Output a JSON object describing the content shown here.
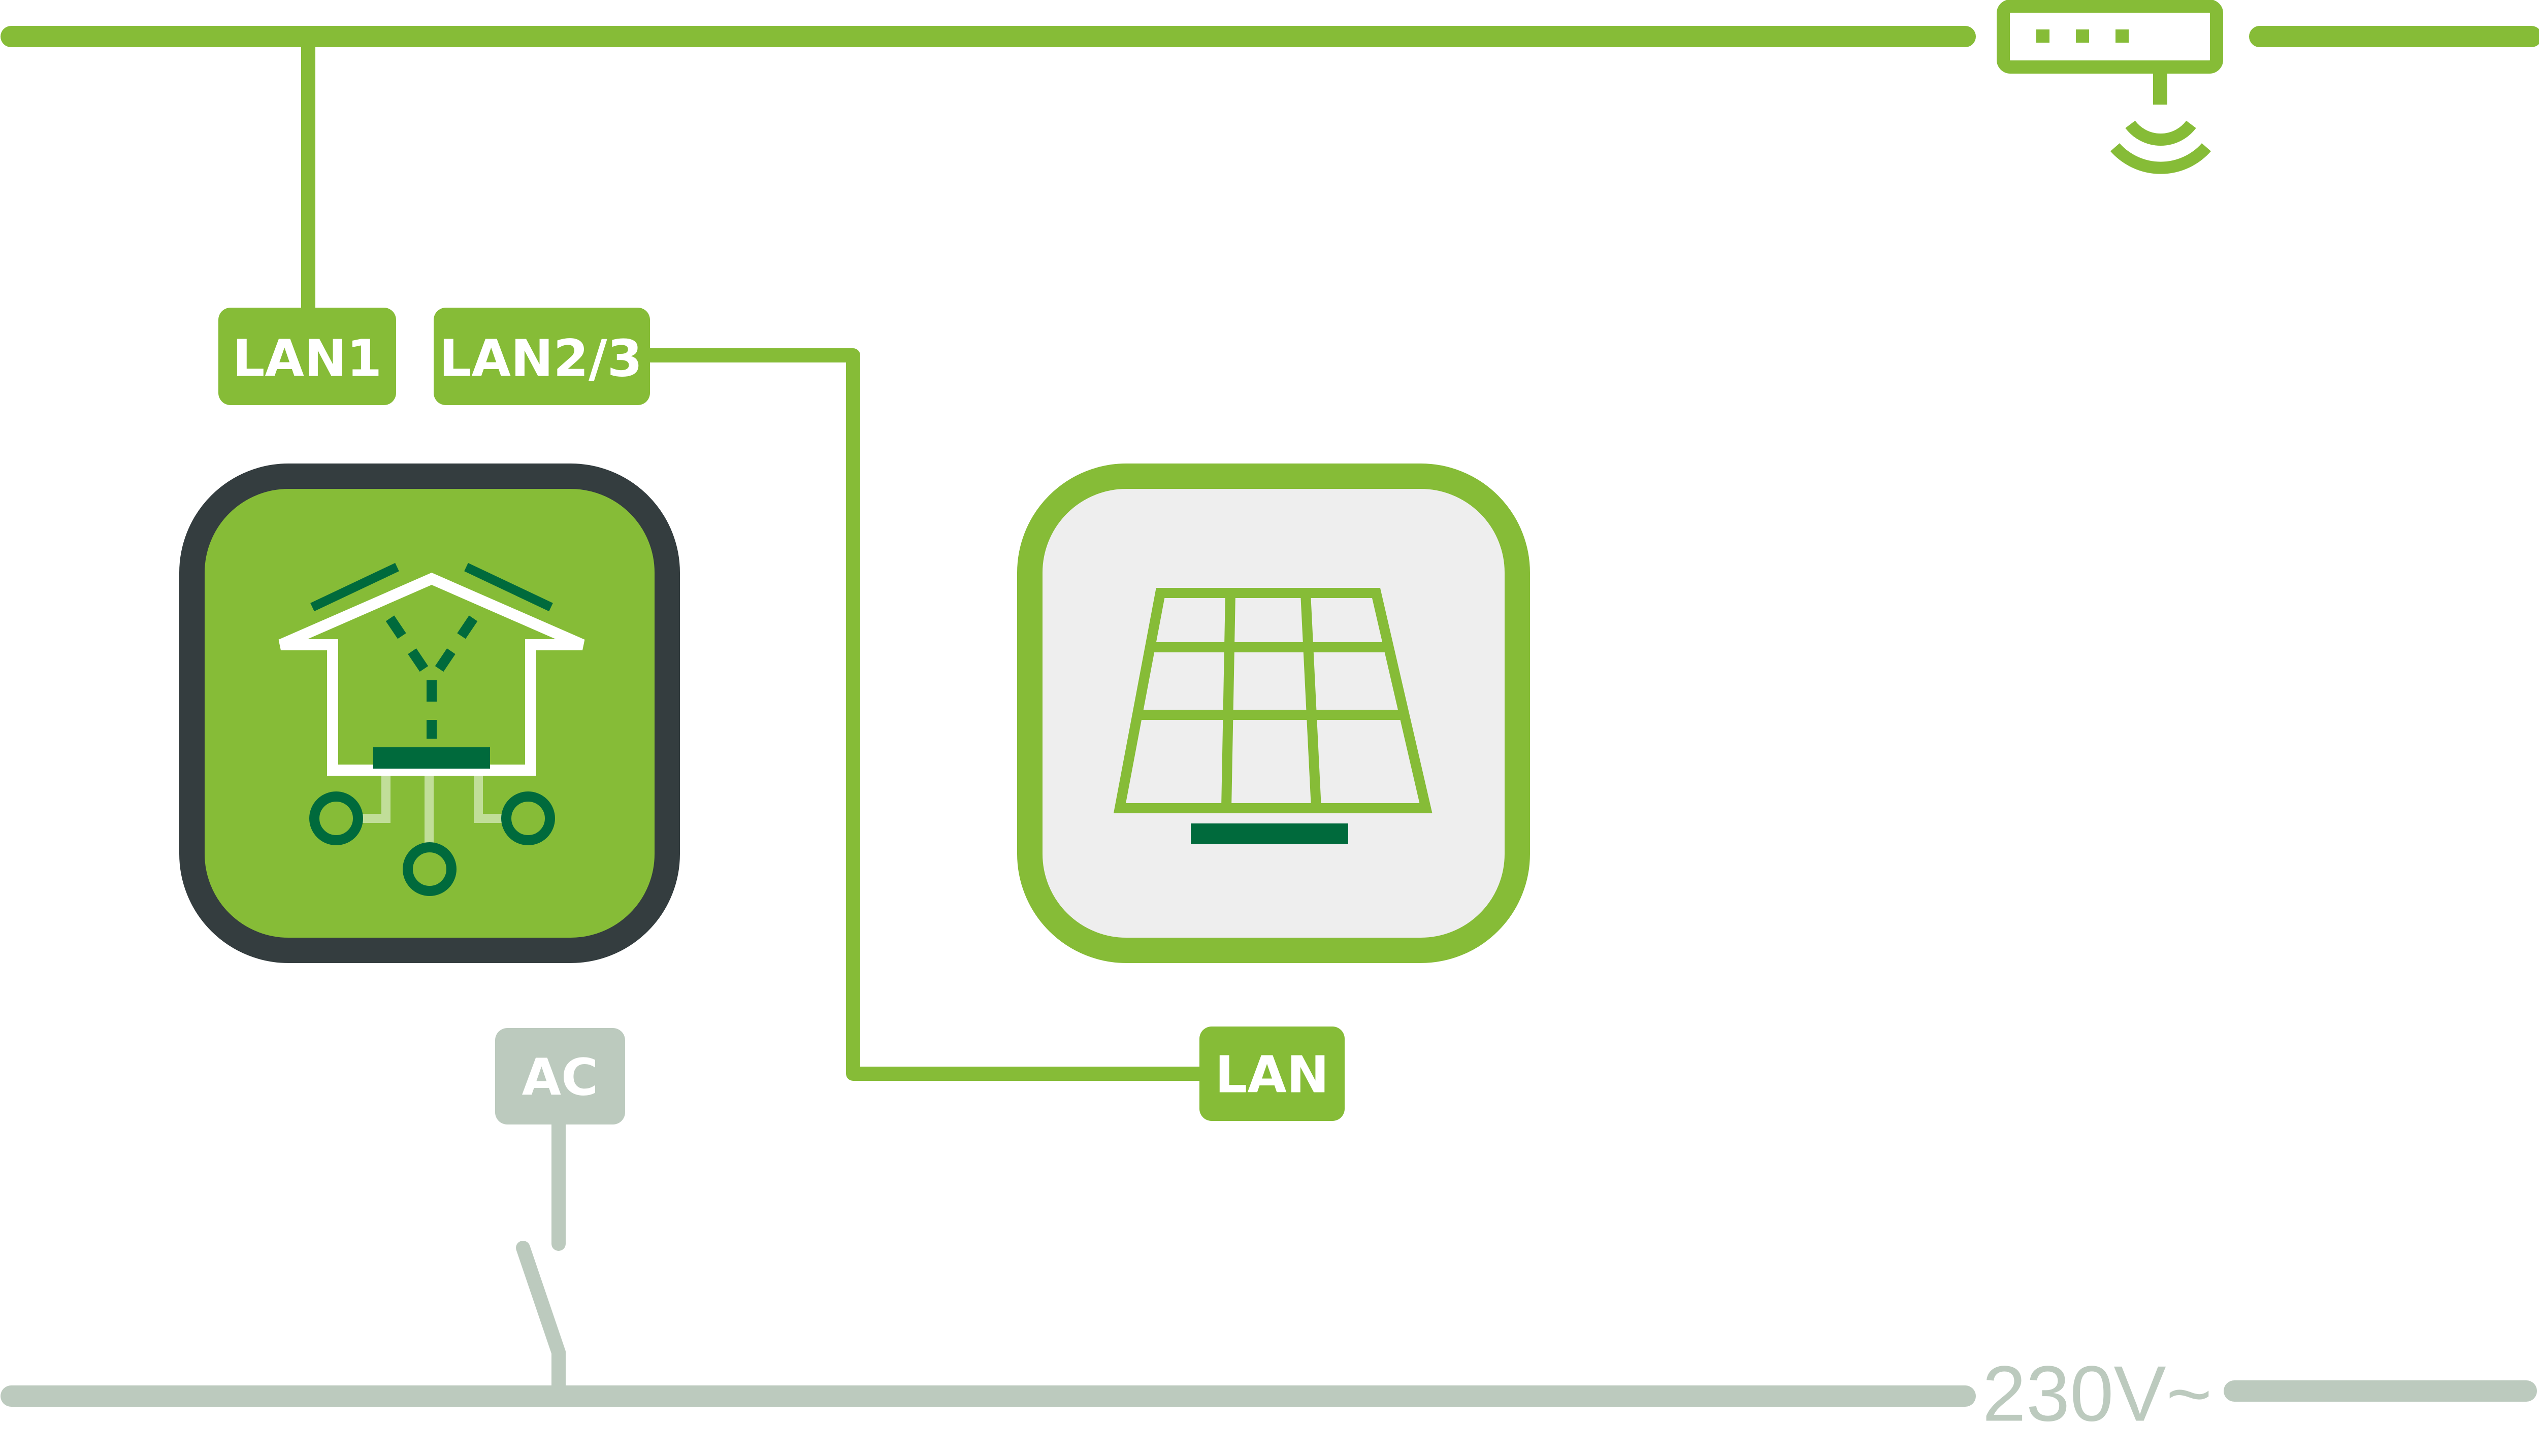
{
  "labels": {
    "lan1": "LAN1",
    "lan23": "LAN2/3",
    "lan": "LAN",
    "ac": "AC",
    "voltage": "230V~"
  },
  "colors": {
    "lan_green": "#86bc37",
    "dark_green": "#006a3c",
    "power_gray": "#bccabe",
    "device_border": "#343d3f",
    "panel_background": "#eeeeee"
  },
  "icons": {
    "router": "router-icon",
    "wifi": "wifi-icon",
    "home_manager": "home-energy-manager-icon",
    "solar": "solar-panel-icon",
    "switch": "power-switch-icon"
  }
}
